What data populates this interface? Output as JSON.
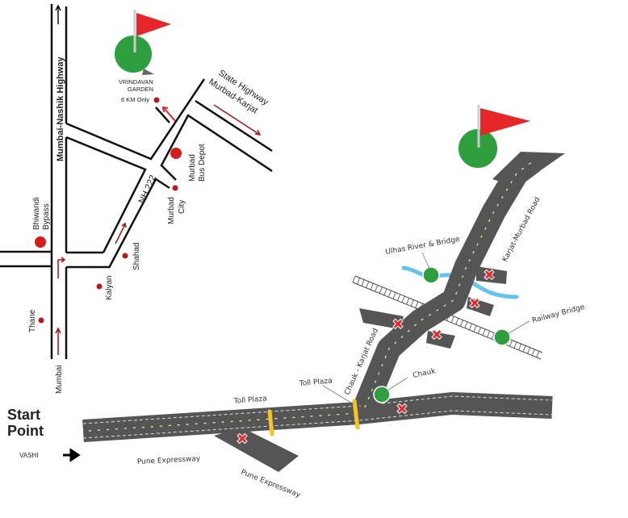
{
  "sketch_map": {
    "destination": "VRINDAVAN GARDEN",
    "destination_line1": "VRINDAVAN",
    "destination_line2": "GARDEN",
    "distance_note": "6 KM Only",
    "roads": {
      "highway": "Mumbai-Nashik Highway",
      "state_highway_line1": "Murbad-Karjat",
      "state_highway_line2": "State Highway",
      "nh": "NH 222"
    },
    "places": {
      "bhiwandi_1": "Bhiwandi",
      "bhiwandi_2": "Bypass",
      "bus_depot_1": "Murbad",
      "bus_depot_2": "Bus Depot",
      "murbad_city_1": "Murbad",
      "murbad_city_2": "City",
      "shahad": "Shahad",
      "kalyan": "Kalyan",
      "thane": "Thane",
      "mumbai": "Mumbai"
    }
  },
  "route_map": {
    "start_line1": "Start",
    "start_line2": "Point",
    "origin": "VASHI",
    "pune_expressway_1": "Pune Expressway",
    "pune_expressway_2": "Pune Expressway",
    "toll_plaza_1": "Toll Plaza",
    "toll_plaza_2": "Toll Plaza",
    "chauk_karjat_road": "Chauk - Karjat Road",
    "chauk": "Chauk",
    "ulhas": "Ulhas River & Bridge",
    "railway_bridge": "Railway Bridge",
    "karjat_murbad_road": "Karjat-Murbad Road"
  },
  "colors": {
    "road": "#555555",
    "marker": "#2e9e3e",
    "flag": "#e8262a",
    "river": "#66c3ec",
    "toll": "#f5c324",
    "cross": "#e8262a"
  }
}
